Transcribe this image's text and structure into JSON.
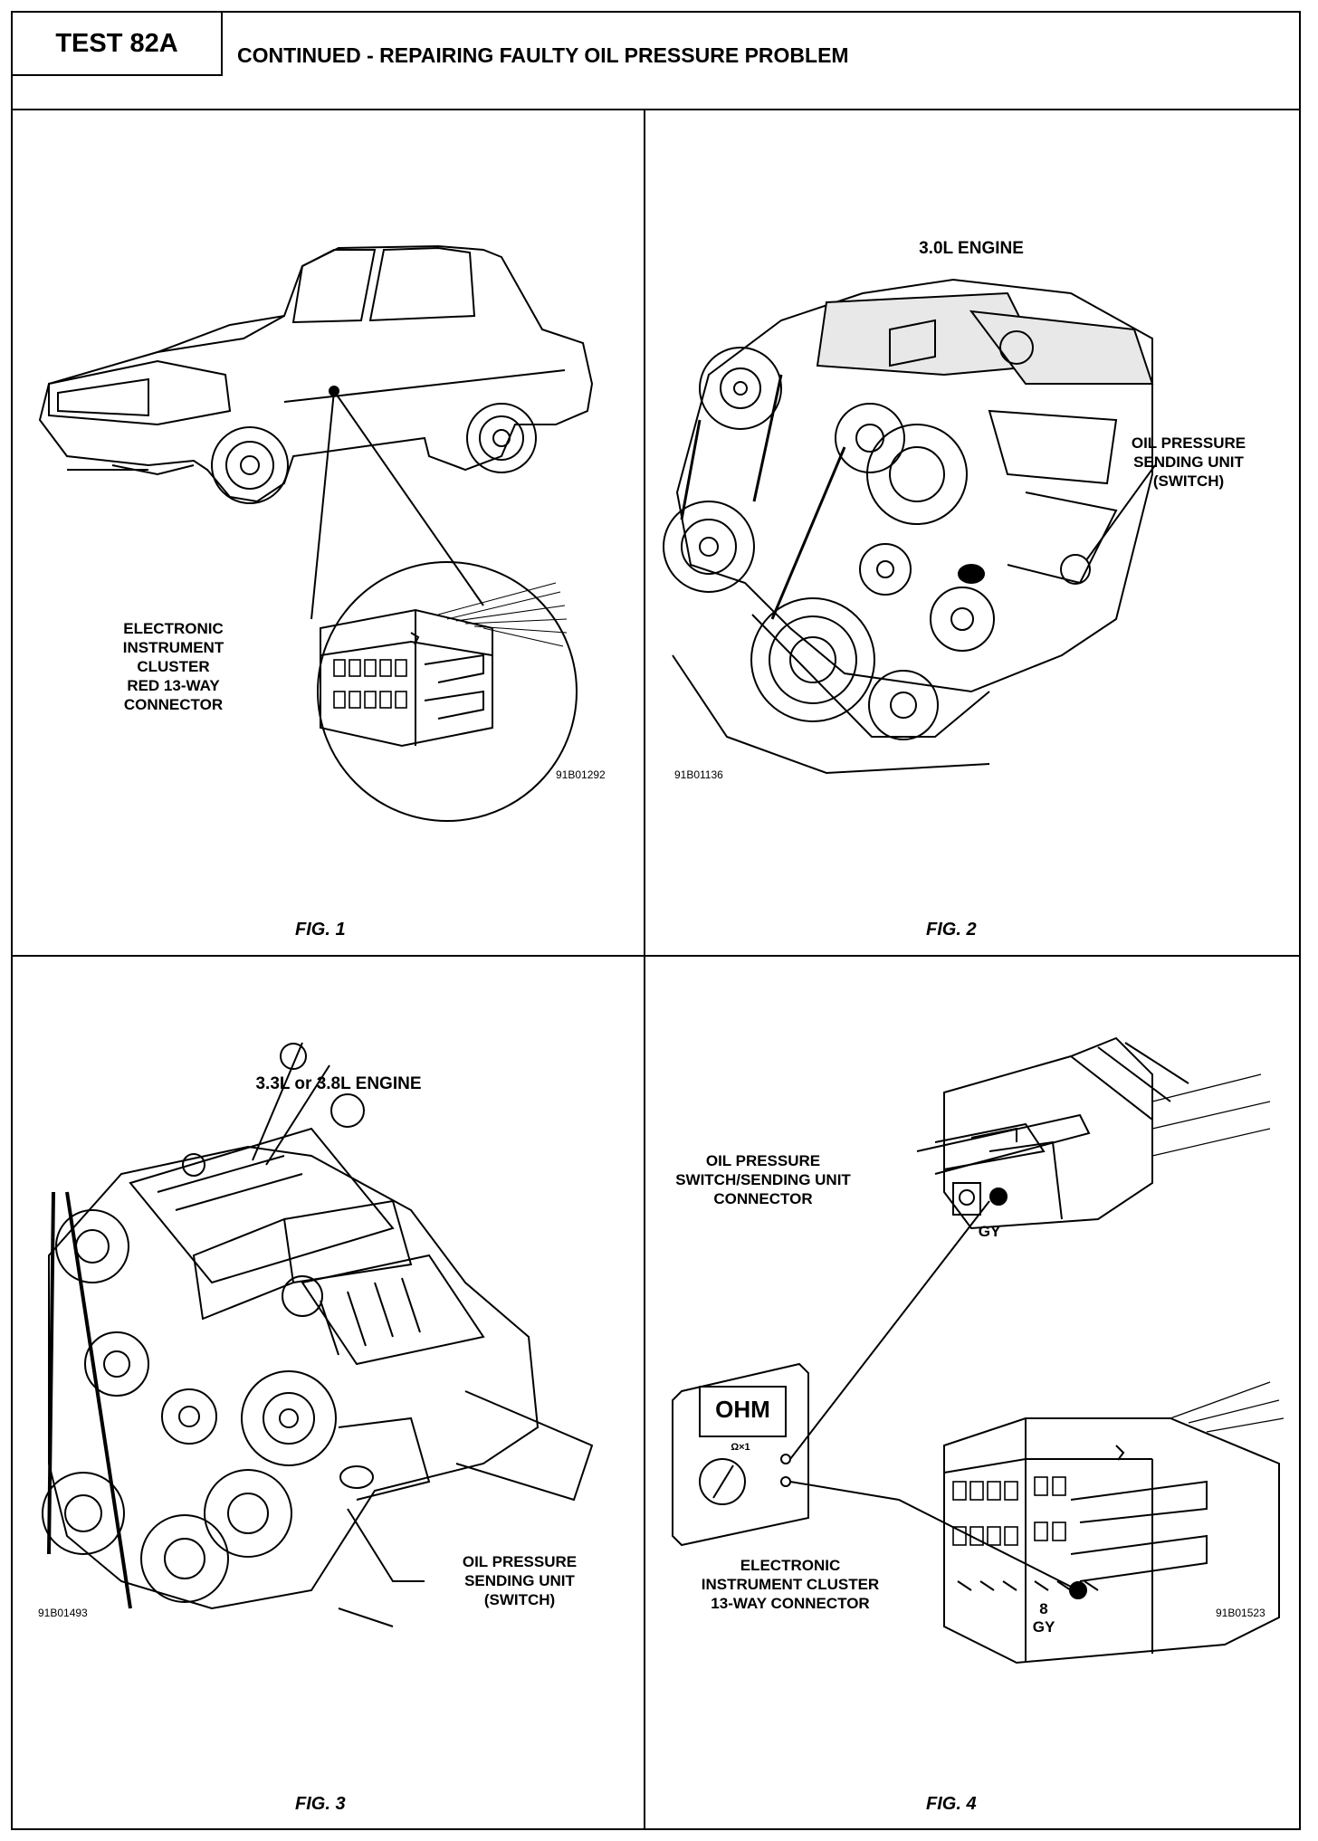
{
  "header": {
    "test_label": "TEST 82A",
    "title": "CONTINUED - REPAIRING FAULTY OIL PRESSURE PROBLEM"
  },
  "fig1": {
    "label": "ELECTRONIC INSTRUMENT CLUSTER RED 13-WAY CONNECTOR",
    "lines": [
      "ELECTRONIC",
      "INSTRUMENT",
      "CLUSTER",
      "RED 13-WAY",
      "CONNECTOR"
    ],
    "code": "91B01292",
    "caption": "FIG. 1"
  },
  "fig2": {
    "title": "3.0L ENGINE",
    "callout_lines": [
      "OIL PRESSURE",
      "SENDING UNIT",
      "(SWITCH)"
    ],
    "code": "91B01136",
    "caption": "FIG. 2"
  },
  "fig3": {
    "title": "3.3L or 3.8L ENGINE",
    "callout_lines": [
      "OIL PRESSURE",
      "SENDING UNIT",
      "(SWITCH)"
    ],
    "code": "91B01493",
    "caption": "FIG. 3"
  },
  "fig4": {
    "connector_lines": [
      "OIL PRESSURE",
      "SWITCH/SENDING UNIT",
      "CONNECTOR"
    ],
    "meter_display": "OHM",
    "meter_range": "Ω×1",
    "wire_top": "GY",
    "pin_number": "8",
    "wire_bottom": "GY",
    "cluster_lines": [
      "ELECTRONIC",
      "INSTRUMENT CLUSTER",
      "13-WAY CONNECTOR"
    ],
    "code": "91B01523",
    "caption": "FIG. 4"
  }
}
